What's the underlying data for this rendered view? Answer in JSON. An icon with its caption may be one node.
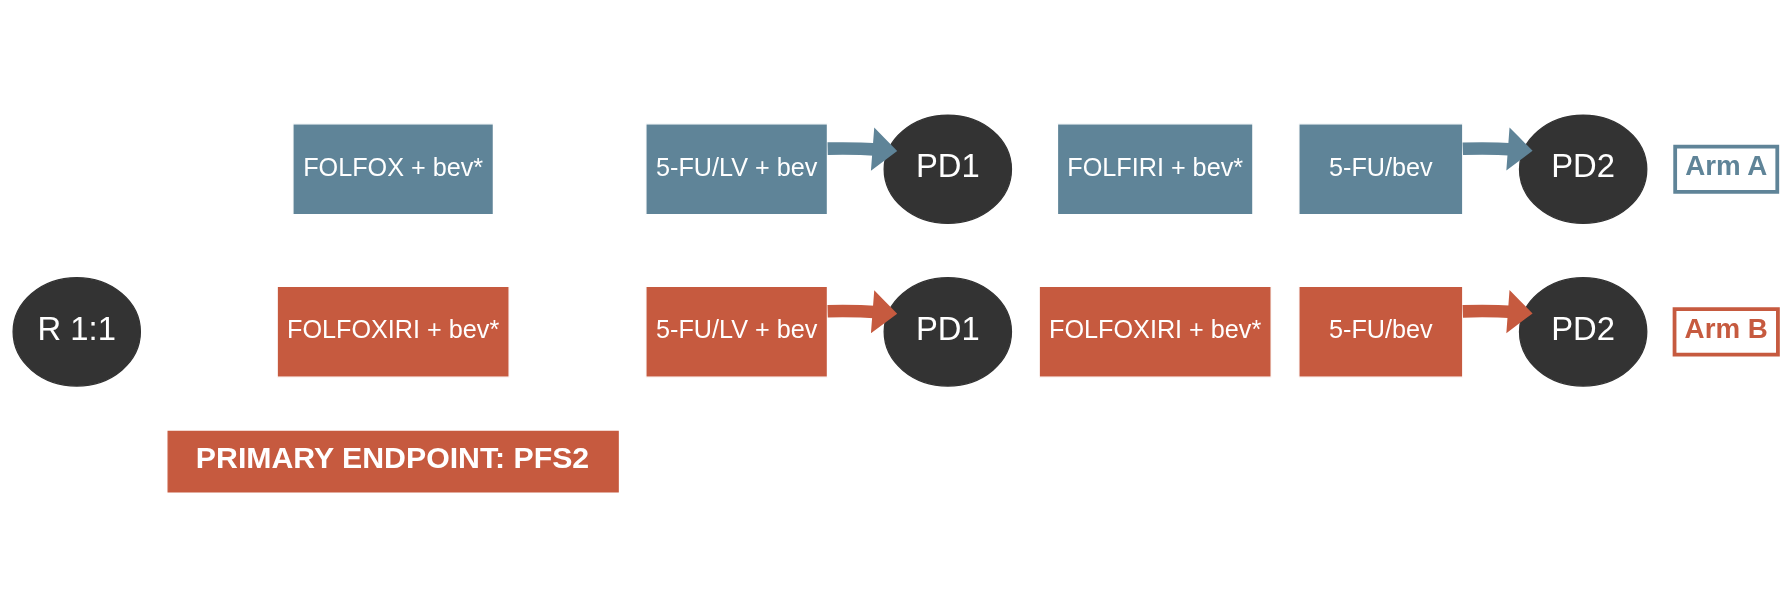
{
  "diagram": {
    "nodes": [
      {
        "text": [
          "R 1:1"
        ]
      },
      {
        "text": [
          "FOLFOX + bev*"
        ]
      },
      {
        "text": [
          "5-FU/LV + bev"
        ]
      },
      {
        "text": [
          "PD1"
        ]
      },
      {
        "text": [
          "FOLFIRI + bev*"
        ]
      },
      {
        "text": [
          "5-FU/bev"
        ]
      },
      {
        "text": [
          "PD2"
        ]
      },
      {
        "text": [
          "Arm A"
        ]
      },
      {
        "text": [
          "FOLFOXIRI + bev*"
        ]
      },
      {
        "text": [
          "5-FU/LV + bev"
        ]
      },
      {
        "text": [
          "PD1"
        ]
      },
      {
        "text": [
          "FOLFOXIRI + bev*"
        ]
      },
      {
        "text": [
          "5-FU/bev"
        ]
      },
      {
        "text": [
          "PD2"
        ]
      },
      {
        "text": [
          "Arm B"
        ]
      },
      {
        "text": [
          "PRIMARY ENDPOINT: PFS2"
        ]
      }
    ],
    "edges": [
      {
        "from": 2,
        "to": 3,
        "arrow": "to",
        "color": "#5f8498"
      },
      {
        "from": 5,
        "to": 6,
        "arrow": "to",
        "color": "#5f8498"
      },
      {
        "from": 9,
        "to": 10,
        "arrow": "to",
        "color": "#c65a3f"
      },
      {
        "from": 12,
        "to": 13,
        "arrow": "to",
        "color": "#c65a3f"
      }
    ]
  }
}
